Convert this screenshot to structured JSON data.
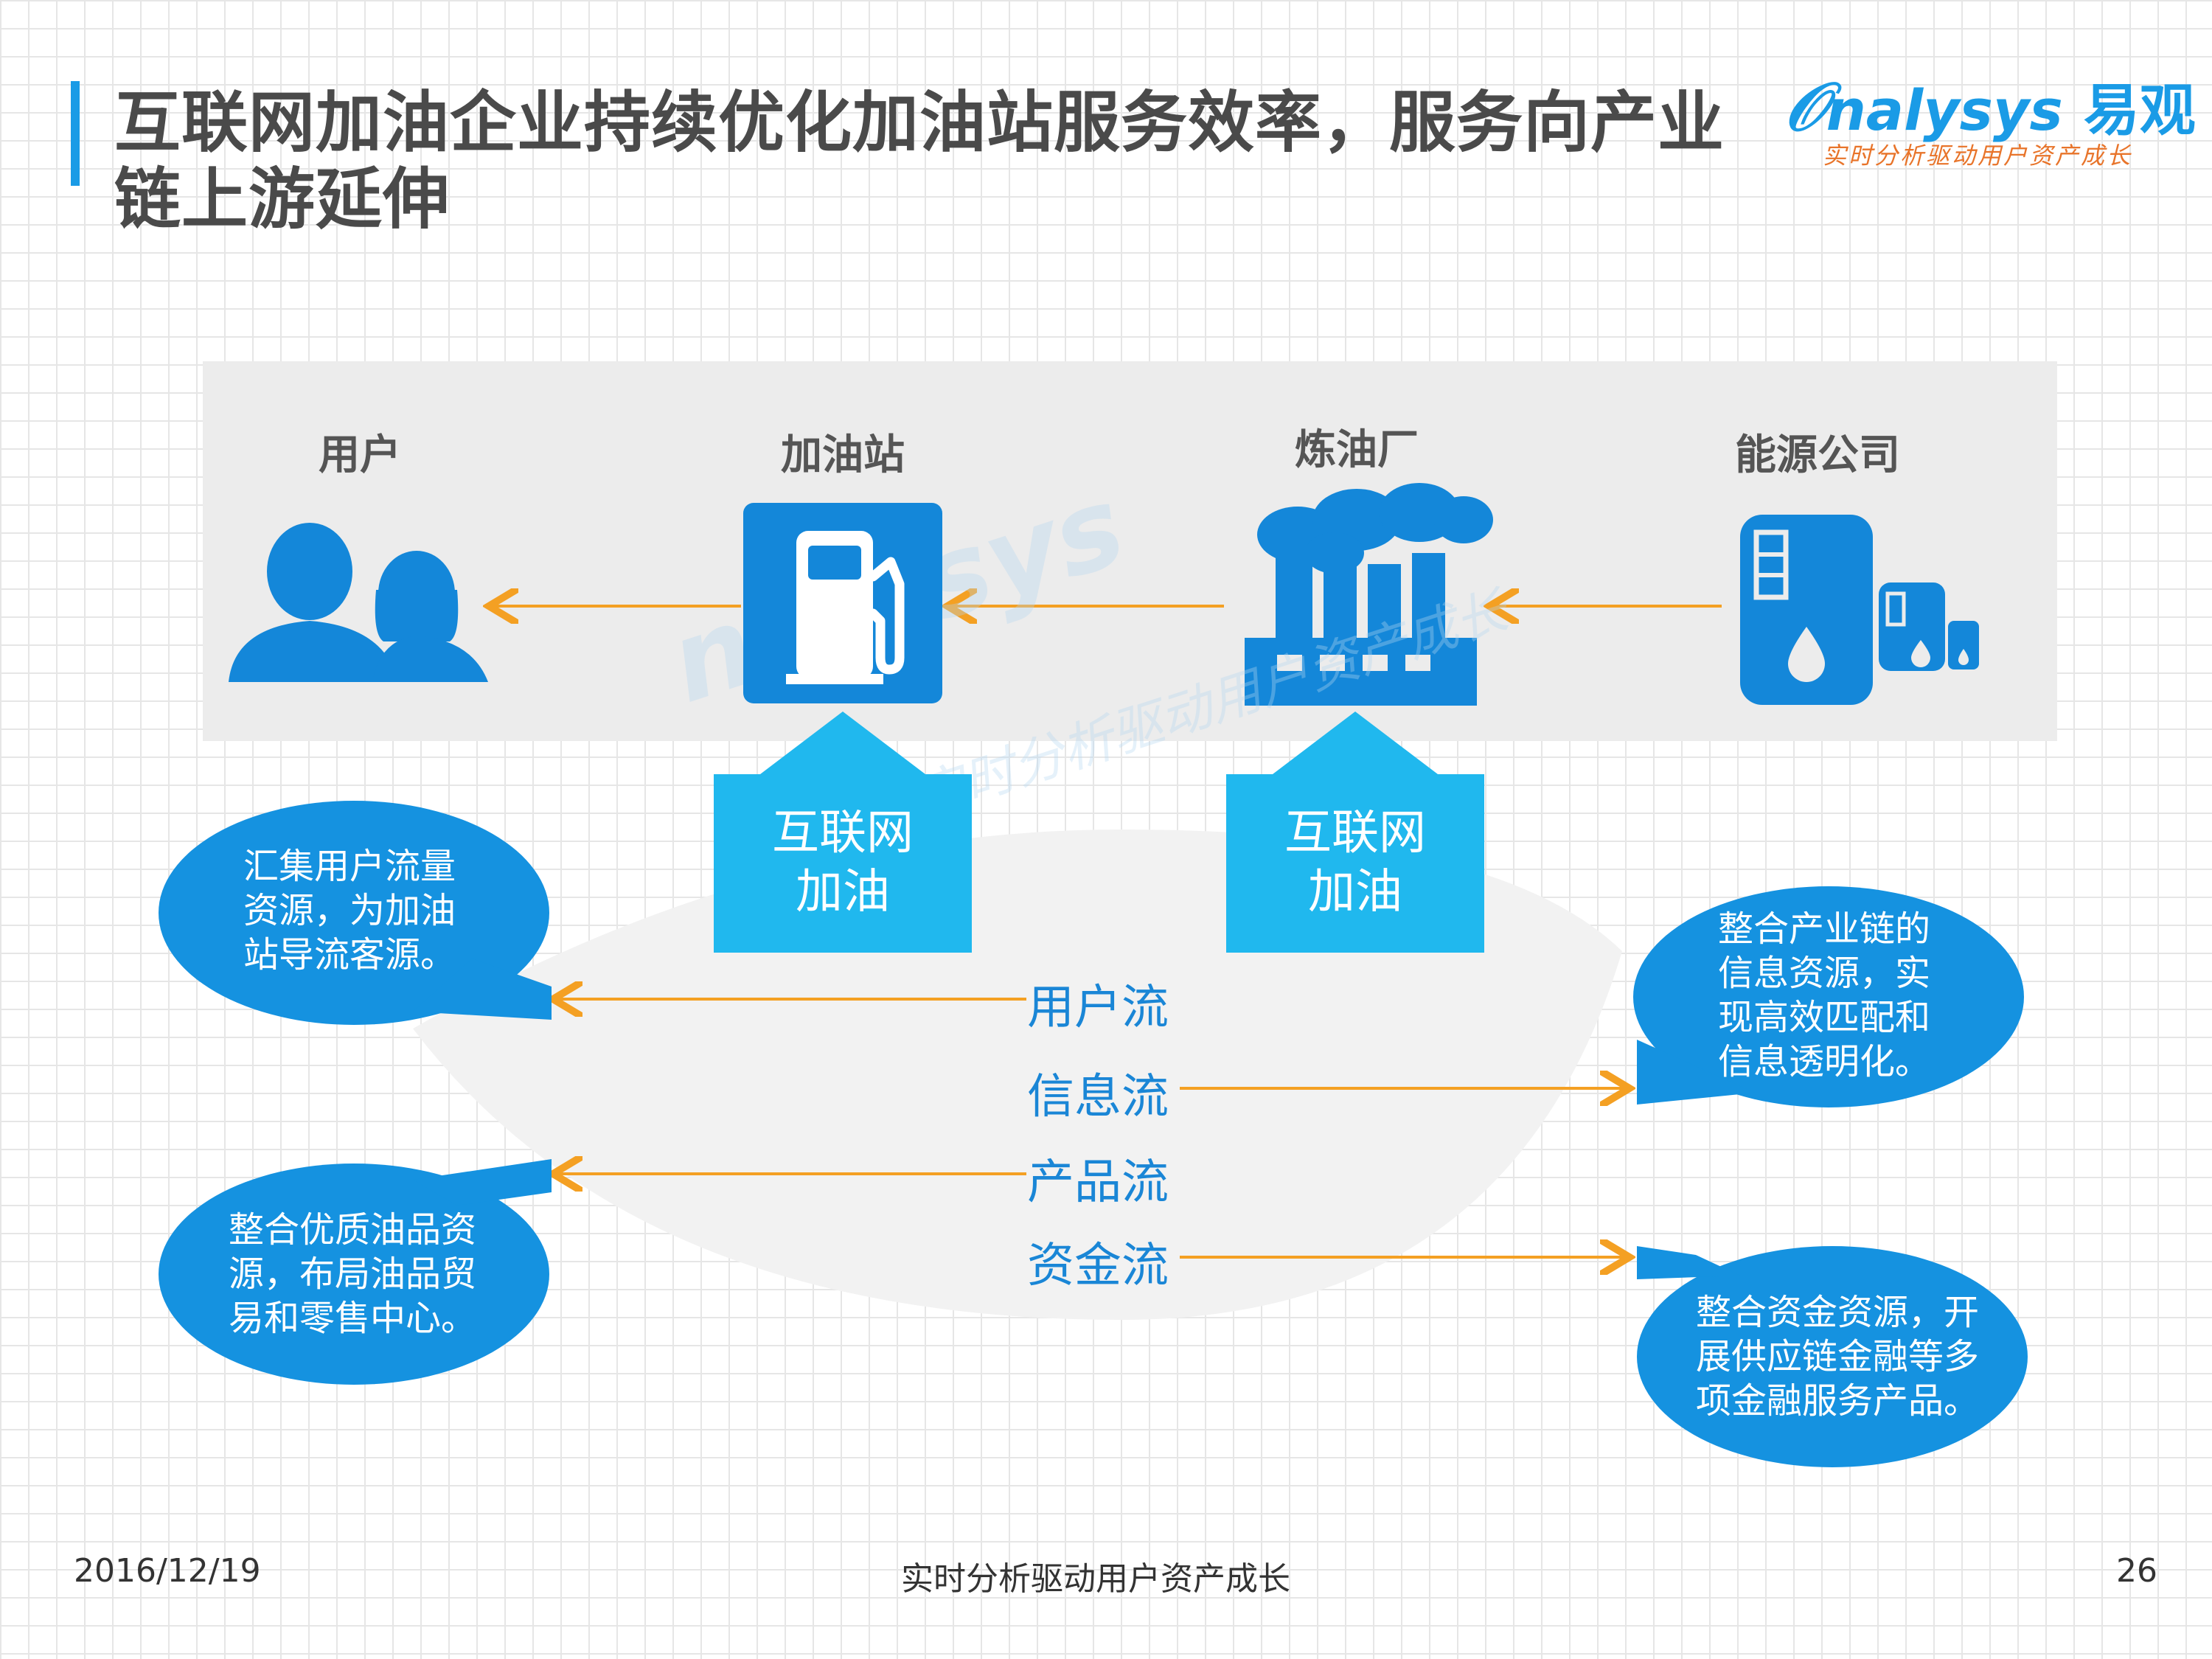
{
  "title": "互联网加油企业持续优化加油站服务效率，服务向产业链上游延伸",
  "logo": {
    "brand": "nalysys",
    "brand_cn": "易观",
    "slogan": "实时分析驱动用户资产成长"
  },
  "nodes": {
    "user": "用户",
    "station": "加油站",
    "refinery": "炼油厂",
    "energy": "能源公司"
  },
  "internet_boxes": [
    "互联网\n加油",
    "互联网\n加油"
  ],
  "flows": [
    "用户流",
    "信息流",
    "产品流",
    "资金流"
  ],
  "bubbles": {
    "top_left": [
      "汇集用户流量",
      "资源，为加油",
      "站导流客源。"
    ],
    "right_top": [
      "整合产业链的",
      "信息资源，实",
      "现高效匹配和",
      "信息透明化。"
    ],
    "bottom_left": [
      "整合优质油品资",
      "源，布局油品贸",
      "易和零售中心。"
    ],
    "right_bottom": [
      "整合资金资源，开",
      "展供应链金融等多",
      "项金融服务产品。"
    ]
  },
  "footer": {
    "date": "2016/12/19",
    "center": "实时分析驱动用户资产成长",
    "page": "26"
  },
  "colors": {
    "accent": "#1a9be6",
    "box": "#20b8ee",
    "bubble": "#1592e0",
    "arrow": "#f4a023",
    "logo_orange": "#e8742a"
  }
}
